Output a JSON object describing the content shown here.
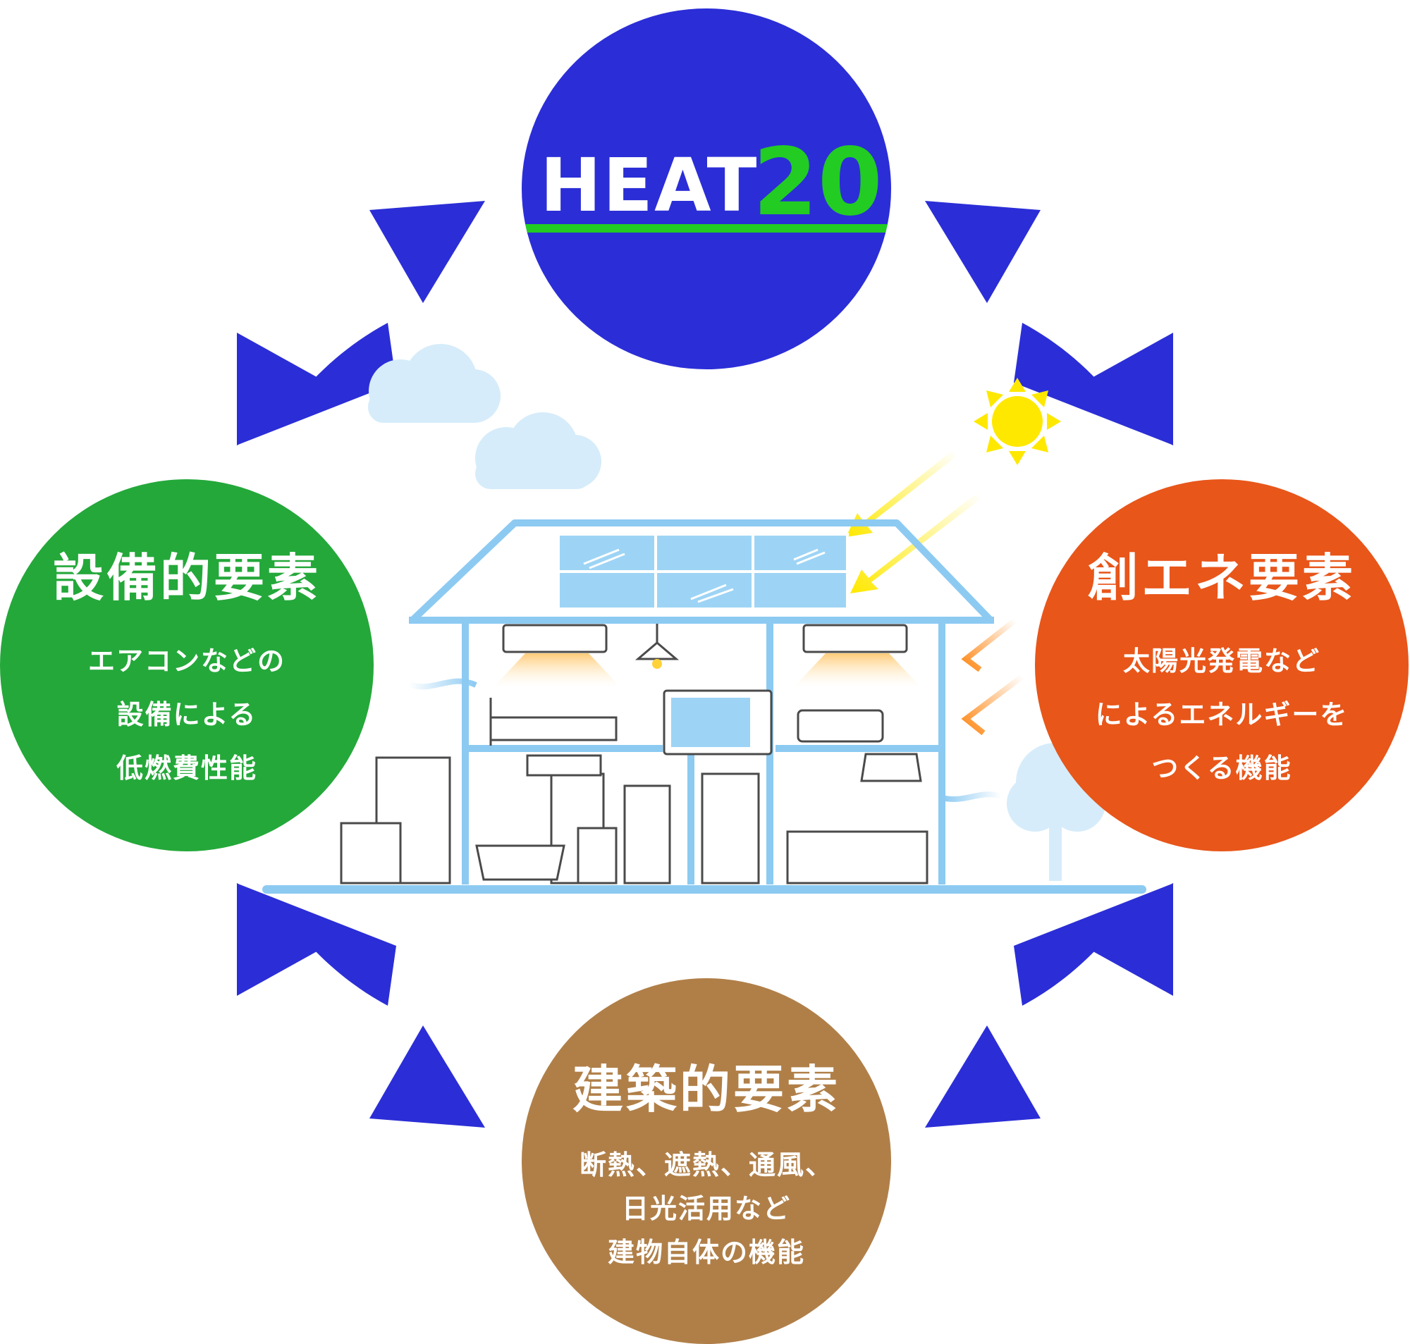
{
  "colors": {
    "top": "#2b2ed6",
    "left": "#24a83a",
    "right": "#e8561a",
    "bottom": "#b07f48",
    "arrow": "#2b2ed6",
    "accent_green": "#22cc22",
    "house_blue": "#8ccaf2",
    "sun": "#ffe800"
  },
  "logo": {
    "word": "HEAT",
    "number": "20"
  },
  "left": {
    "title": "設備的要素",
    "lines": [
      "エアコンなどの",
      "設備による",
      "低燃費性能"
    ]
  },
  "right": {
    "title": "創エネ要素",
    "lines": [
      "太陽光発電など",
      "によるエネルギーを",
      "つくる機能"
    ]
  },
  "bottom": {
    "title": "建築的要素",
    "lines": [
      "断熱、遮熱、通風、",
      "日光活用など",
      "建物自体の機能"
    ]
  },
  "icons": [
    "double-arrow-icon",
    "house-illustration",
    "sun-icon",
    "cloud-icon",
    "tree-icon"
  ]
}
